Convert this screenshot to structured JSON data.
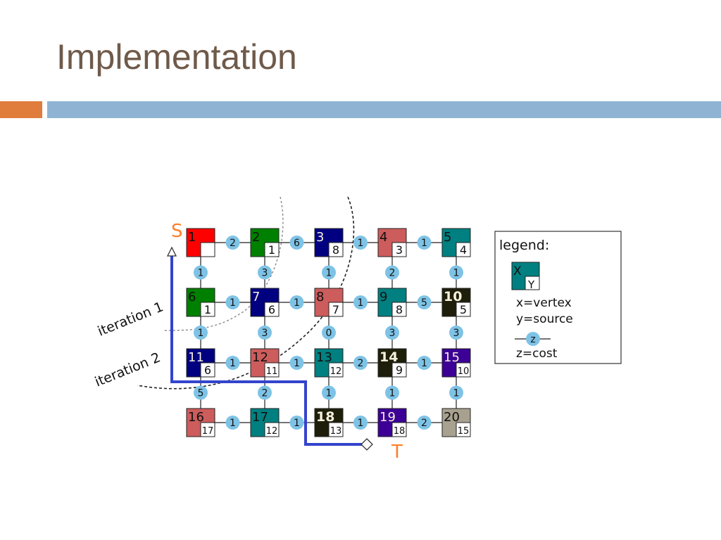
{
  "slide": {
    "title": "Implementation"
  },
  "colors": {
    "red": "#ff0000",
    "green": "#008000",
    "navy": "#000080",
    "salmon": "#cd5c5c",
    "teal": "#008080",
    "dark": "#1e1e0a",
    "purple": "#3c0096",
    "taupe": "#a8a18f",
    "path": "#3344cc",
    "cost_bubble": "#7ec3e6",
    "label": "#ff7f2a",
    "orange_bar": "#e07c3c",
    "blue_bar": "#8fb4d3"
  },
  "vertices": [
    {
      "x": "1",
      "y": "",
      "color": "#ff0000",
      "light": false,
      "big": false
    },
    {
      "x": "2",
      "y": "1",
      "color": "#008000",
      "light": false,
      "big": false
    },
    {
      "x": "3",
      "y": "8",
      "color": "#000080",
      "light": true,
      "big": false
    },
    {
      "x": "4",
      "y": "3",
      "color": "#cd5c5c",
      "light": false,
      "big": false
    },
    {
      "x": "5",
      "y": "4",
      "color": "#008080",
      "light": false,
      "big": false
    },
    {
      "x": "6",
      "y": "1",
      "color": "#008000",
      "light": false,
      "big": false
    },
    {
      "x": "7",
      "y": "6",
      "color": "#000080",
      "light": true,
      "big": false
    },
    {
      "x": "8",
      "y": "7",
      "color": "#cd5c5c",
      "light": false,
      "big": false
    },
    {
      "x": "9",
      "y": "8",
      "color": "#008080",
      "light": false,
      "big": false
    },
    {
      "x": "10",
      "y": "5",
      "color": "#1e1e0a",
      "light": true,
      "big": true
    },
    {
      "x": "11",
      "y": "6",
      "color": "#000080",
      "light": true,
      "big": false
    },
    {
      "x": "12",
      "y": "11",
      "color": "#cd5c5c",
      "light": false,
      "big": false
    },
    {
      "x": "13",
      "y": "12",
      "color": "#008080",
      "light": false,
      "big": false
    },
    {
      "x": "14",
      "y": "9",
      "color": "#1e1e0a",
      "light": true,
      "big": true
    },
    {
      "x": "15",
      "y": "10",
      "color": "#3c0096",
      "light": true,
      "big": false
    },
    {
      "x": "16",
      "y": "17",
      "color": "#cd5c5c",
      "light": false,
      "big": false
    },
    {
      "x": "17",
      "y": "12",
      "color": "#008080",
      "light": false,
      "big": false
    },
    {
      "x": "18",
      "y": "13",
      "color": "#1e1e0a",
      "light": true,
      "big": true
    },
    {
      "x": "19",
      "y": "18",
      "color": "#3c0096",
      "light": true,
      "big": false
    },
    {
      "x": "20",
      "y": "15",
      "color": "#a8a18f",
      "light": false,
      "big": false
    }
  ],
  "horizontal_costs": [
    [
      "2",
      "6",
      "1",
      "1"
    ],
    [
      "1",
      "1",
      "1",
      "5"
    ],
    [
      "1",
      "1",
      "2",
      "1"
    ],
    [
      "1",
      "1",
      "1",
      "2"
    ]
  ],
  "vertical_costs": [
    [
      "1",
      "3",
      "1",
      "2",
      "1"
    ],
    [
      "1",
      "3",
      "0",
      "3",
      "3"
    ],
    [
      "5",
      "2",
      "1",
      "1",
      "1"
    ]
  ],
  "labels": {
    "source": "S",
    "target": "T",
    "iteration1": "iteration 1",
    "iteration2": "iteration 2"
  },
  "legend": {
    "title": "legend:",
    "sample_x": "X",
    "sample_y": "Y",
    "sample_color": "#008080",
    "vertex_line": "x=vertex",
    "source_line": "y=source",
    "cost_symbol": "z",
    "cost_line": "z=cost"
  }
}
